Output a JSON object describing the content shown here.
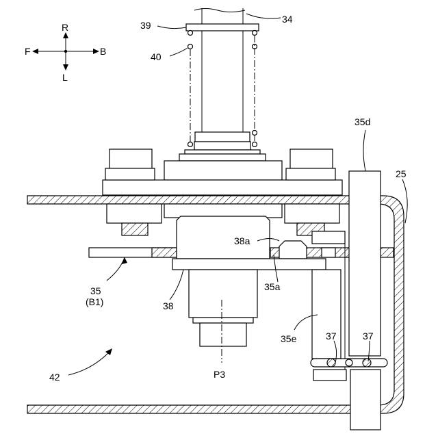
{
  "labels": {
    "l39": "39",
    "l34": "34",
    "l40": "40",
    "l35d": "35d",
    "l25": "25",
    "l38a": "38a",
    "l35a": "35a",
    "l35": "35",
    "lB1": "(B1)",
    "l38": "38",
    "l35e": "35e",
    "l37a": "37",
    "l37b": "37",
    "l42": "42",
    "lP3": "P3"
  },
  "compass": {
    "up": "R",
    "down": "L",
    "left": "F",
    "right": "B"
  }
}
